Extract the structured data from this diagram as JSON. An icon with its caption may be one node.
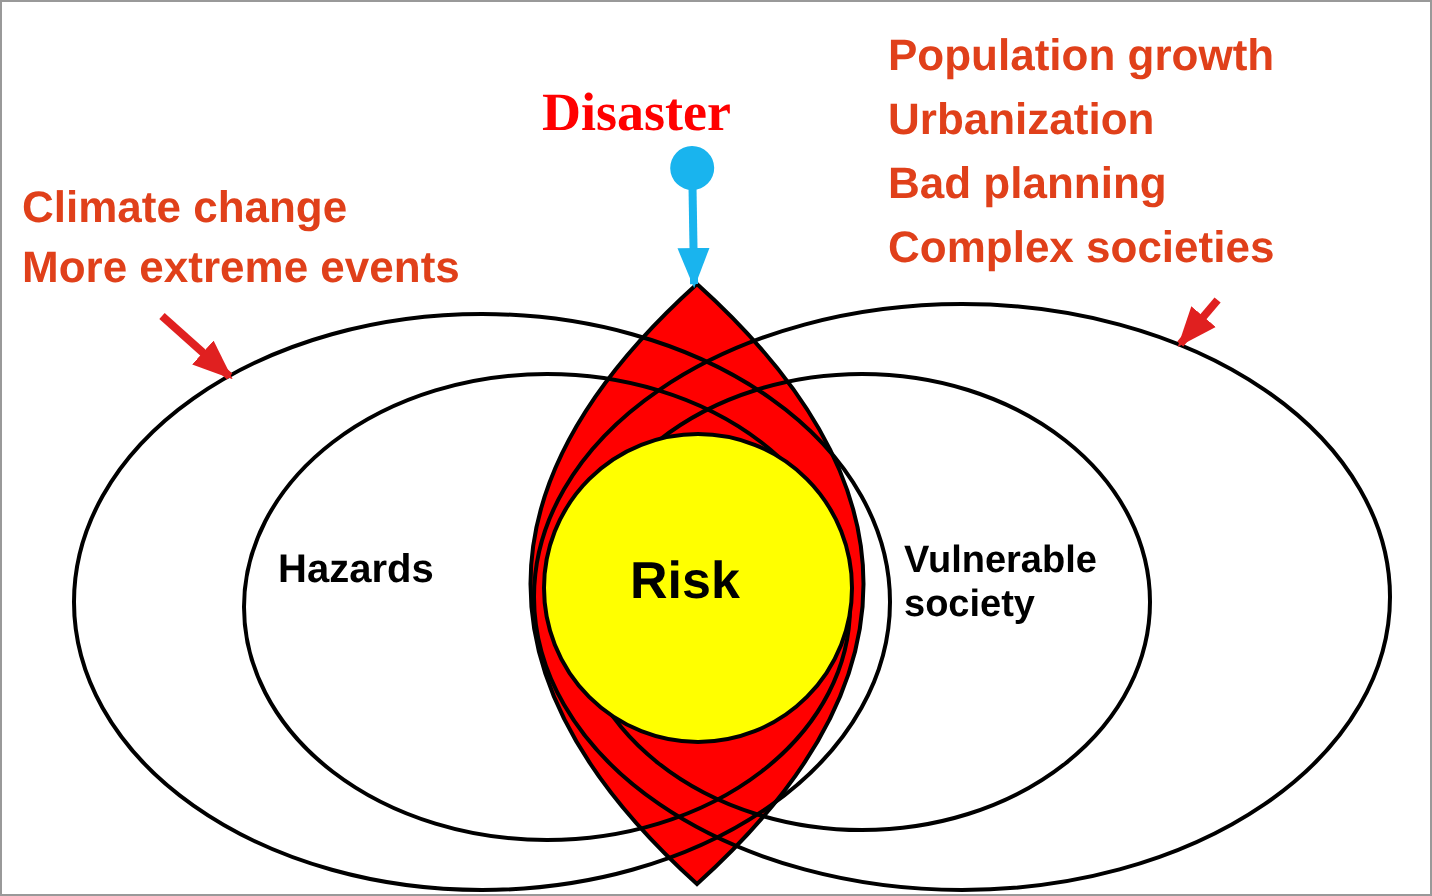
{
  "diagram": {
    "nodes": [
      {
        "text": [],
        "shape": "ellipse"
      },
      {
        "text": [
          "Hazards"
        ],
        "in": 0
      },
      {
        "text": [],
        "shape": "ellipse"
      },
      {
        "text": [
          "Vulnerable society"
        ],
        "in": 2
      },
      {
        "text": [],
        "shape": "lens"
      },
      {
        "text": [
          "Risk"
        ]
      },
      {
        "text": [
          "Climate change",
          "More extreme events"
        ]
      },
      {
        "text": [
          "Disaster"
        ]
      },
      {
        "text": [
          "Population growth",
          "Urbanization",
          "Bad planning",
          "Complex societies"
        ]
      }
    ],
    "edges": [
      {
        "from": 6,
        "to": 0,
        "arrow": "to"
      },
      {
        "from": 7,
        "to": 4,
        "arrow": "to",
        "color": "#19b4ee"
      },
      {
        "from": 8,
        "to": 2,
        "arrow": "to"
      }
    ]
  }
}
